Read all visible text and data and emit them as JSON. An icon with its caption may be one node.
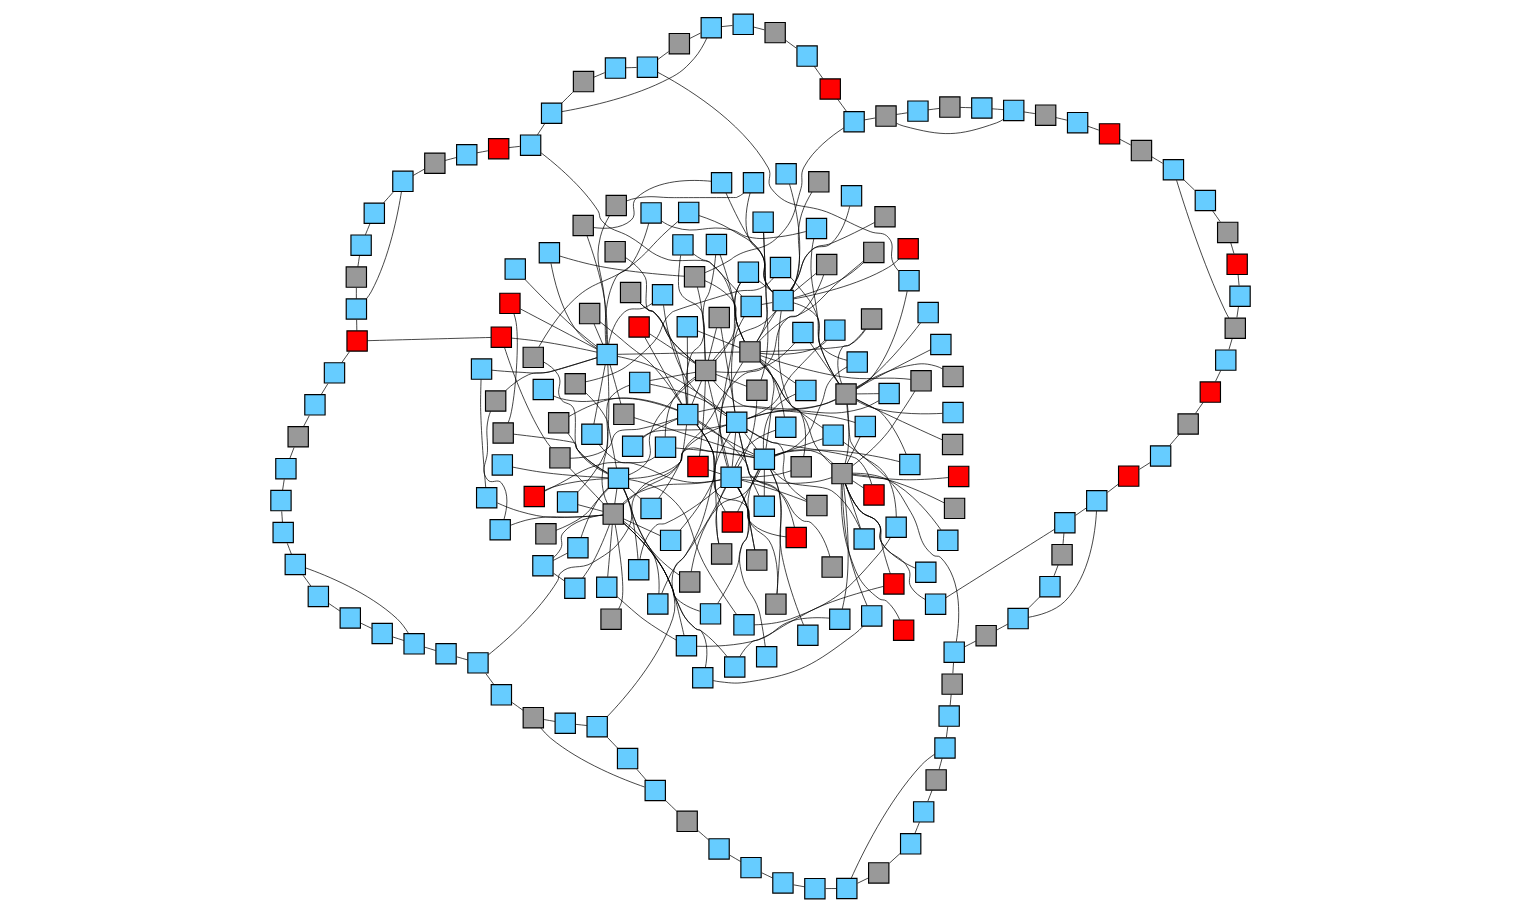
{
  "diagram": {
    "nodes": [
      {
        "text": [],
        "shape": "box"
      },
      {
        "text": [],
        "shape": "box"
      },
      {
        "text": [],
        "shape": "box"
      },
      {
        "text": [],
        "shape": "box"
      },
      {
        "text": [],
        "shape": "box"
      },
      {
        "text": [],
        "shape": "box"
      },
      {
        "text": [],
        "shape": "box"
      },
      {
        "text": [],
        "shape": "box"
      },
      {
        "text": [],
        "shape": "box"
      },
      {
        "text": [],
        "shape": "box"
      },
      {
        "text": [],
        "shape": "box"
      },
      {
        "text": [],
        "shape": "box"
      },
      {
        "text": [],
        "shape": "box"
      },
      {
        "text": [],
        "shape": "box"
      },
      {
        "text": [],
        "shape": "box"
      },
      {
        "text": [],
        "shape": "box"
      },
      {
        "text": [],
        "shape": "box"
      },
      {
        "text": [],
        "shape": "box"
      },
      {
        "text": [],
        "shape": "box"
      },
      {
        "text": [],
        "shape": "box"
      },
      {
        "text": [],
        "shape": "box"
      },
      {
        "text": [],
        "shape": "box"
      },
      {
        "text": [],
        "shape": "box"
      },
      {
        "text": [],
        "shape": "box"
      },
      {
        "text": [],
        "shape": "box"
      },
      {
        "text": [],
        "shape": "box"
      },
      {
        "text": [],
        "shape": "box"
      },
      {
        "text": [],
        "shape": "box"
      },
      {
        "text": [],
        "shape": "box"
      },
      {
        "text": [],
        "shape": "box"
      },
      {
        "text": [],
        "shape": "box"
      },
      {
        "text": [],
        "shape": "box"
      },
      {
        "text": [],
        "shape": "box"
      },
      {
        "text": [],
        "shape": "box"
      },
      {
        "text": [],
        "shape": "box"
      },
      {
        "text": [],
        "shape": "box"
      },
      {
        "text": [],
        "shape": "box"
      },
      {
        "text": [],
        "shape": "box"
      },
      {
        "text": [],
        "shape": "box"
      },
      {
        "text": [],
        "shape": "box"
      },
      {
        "text": [],
        "shape": "box"
      },
      {
        "text": [],
        "shape": "box"
      },
      {
        "text": [],
        "shape": "box"
      },
      {
        "text": [],
        "shape": "box"
      },
      {
        "text": [],
        "shape": "box"
      },
      {
        "text": [],
        "shape": "box"
      },
      {
        "text": [],
        "shape": "box"
      },
      {
        "text": [],
        "shape": "box"
      },
      {
        "text": [],
        "shape": "box"
      },
      {
        "text": [],
        "shape": "box"
      },
      {
        "text": [],
        "shape": "box"
      },
      {
        "text": [],
        "shape": "box"
      },
      {
        "text": [],
        "shape": "box"
      },
      {
        "text": [],
        "shape": "box"
      },
      {
        "text": [],
        "shape": "box"
      },
      {
        "text": [],
        "shape": "box"
      },
      {
        "text": [],
        "shape": "box"
      },
      {
        "text": [],
        "shape": "box"
      },
      {
        "text": [],
        "shape": "box"
      },
      {
        "text": [],
        "shape": "box"
      },
      {
        "text": [],
        "shape": "box"
      },
      {
        "text": [],
        "shape": "box"
      },
      {
        "text": [],
        "shape": "box"
      },
      {
        "text": [],
        "shape": "box"
      },
      {
        "text": [],
        "shape": "box"
      },
      {
        "text": [],
        "shape": "box"
      },
      {
        "text": [],
        "shape": "box"
      },
      {
        "text": [],
        "shape": "box"
      },
      {
        "text": [],
        "shape": "box"
      },
      {
        "text": [],
        "shape": "box"
      },
      {
        "text": [],
        "shape": "box"
      },
      {
        "text": [],
        "shape": "box"
      },
      {
        "text": [],
        "shape": "box"
      },
      {
        "text": [],
        "shape": "box"
      },
      {
        "text": [],
        "shape": "box"
      },
      {
        "text": [],
        "shape": "box"
      },
      {
        "text": [],
        "shape": "box"
      },
      {
        "text": [],
        "shape": "box"
      },
      {
        "text": [],
        "shape": "box"
      },
      {
        "text": [],
        "shape": "box"
      },
      {
        "text": [],
        "shape": "box"
      },
      {
        "text": [],
        "shape": "box"
      },
      {
        "text": [],
        "shape": "box"
      },
      {
        "text": [],
        "shape": "box"
      },
      {
        "text": [],
        "shape": "box"
      },
      {
        "text": [],
        "shape": "box"
      },
      {
        "text": [],
        "shape": "box"
      },
      {
        "text": [],
        "shape": "box"
      },
      {
        "text": [],
        "shape": "box"
      },
      {
        "text": [],
        "shape": "box"
      },
      {
        "text": [],
        "shape": "box"
      },
      {
        "text": [],
        "shape": "box"
      },
      {
        "text": [],
        "shape": "box"
      },
      {
        "text": [],
        "shape": "box"
      },
      {
        "text": [],
        "shape": "box"
      },
      {
        "text": [],
        "shape": "box"
      },
      {
        "text": [],
        "shape": "box"
      },
      {
        "text": [],
        "shape": "box"
      },
      {
        "text": [],
        "shape": "box"
      },
      {
        "text": [],
        "shape": "box"
      },
      {
        "text": [],
        "shape": "box"
      },
      {
        "text": [],
        "shape": "box"
      },
      {
        "text": [],
        "shape": "box"
      },
      {
        "text": [],
        "shape": "box"
      },
      {
        "text": [],
        "shape": "box"
      },
      {
        "text": [],
        "shape": "box"
      },
      {
        "text": [],
        "shape": "box"
      },
      {
        "text": [],
        "shape": "box"
      },
      {
        "text": [],
        "shape": "box"
      },
      {
        "text": [],
        "shape": "box"
      },
      {
        "text": [],
        "shape": "box"
      },
      {
        "text": [],
        "shape": "box"
      },
      {
        "text": [],
        "shape": "box"
      },
      {
        "text": [],
        "shape": "box"
      },
      {
        "text": [],
        "shape": "box"
      },
      {
        "text": [],
        "shape": "box"
      },
      {
        "text": [],
        "shape": "box"
      },
      {
        "text": [],
        "shape": "box"
      },
      {
        "text": [],
        "shape": "box"
      },
      {
        "text": [],
        "shape": "box"
      },
      {
        "text": [],
        "shape": "box"
      },
      {
        "text": [],
        "shape": "box"
      },
      {
        "text": [],
        "shape": "box"
      },
      {
        "text": [],
        "shape": "box"
      },
      {
        "text": [],
        "shape": "box"
      },
      {
        "text": [],
        "shape": "box"
      },
      {
        "text": [],
        "shape": "box"
      },
      {
        "text": [],
        "shape": "box"
      },
      {
        "text": [],
        "shape": "box"
      },
      {
        "text": [],
        "shape": "box"
      },
      {
        "text": [],
        "shape": "box"
      },
      {
        "text": [],
        "shape": "box"
      },
      {
        "text": [],
        "shape": "box"
      },
      {
        "text": [],
        "shape": "box"
      },
      {
        "text": [],
        "shape": "box"
      },
      {
        "text": [],
        "shape": "box"
      },
      {
        "text": [],
        "shape": "box"
      },
      {
        "text": [],
        "shape": "box"
      },
      {
        "text": [],
        "shape": "box"
      },
      {
        "text": [],
        "shape": "box"
      },
      {
        "text": [],
        "shape": "box"
      },
      {
        "text": [],
        "shape": "box"
      },
      {
        "text": [],
        "shape": "box"
      },
      {
        "text": [],
        "shape": "box"
      },
      {
        "text": [],
        "shape": "box"
      },
      {
        "text": [],
        "shape": "box"
      },
      {
        "text": [],
        "shape": "box"
      },
      {
        "text": [],
        "shape": "box"
      },
      {
        "text": [],
        "shape": "box"
      },
      {
        "text": [],
        "shape": "box"
      },
      {
        "text": [],
        "shape": "box"
      },
      {
        "text": [],
        "shape": "box"
      },
      {
        "text": [],
        "shape": "box"
      },
      {
        "text": [],
        "shape": "box"
      },
      {
        "text": [],
        "shape": "box"
      },
      {
        "text": [],
        "shape": "box"
      },
      {
        "text": [],
        "shape": "box"
      },
      {
        "text": [],
        "shape": "box"
      },
      {
        "text": [],
        "shape": "box"
      },
      {
        "text": [],
        "shape": "box"
      },
      {
        "text": [],
        "shape": "box"
      },
      {
        "text": [],
        "shape": "box"
      },
      {
        "text": [],
        "shape": "box"
      },
      {
        "text": [],
        "shape": "box"
      },
      {
        "text": [],
        "shape": "box"
      },
      {
        "text": [],
        "shape": "box"
      },
      {
        "text": [],
        "shape": "box"
      },
      {
        "text": [],
        "shape": "box"
      },
      {
        "text": [],
        "shape": "box"
      },
      {
        "text": [],
        "shape": "box"
      },
      {
        "text": [],
        "shape": "box"
      },
      {
        "text": [],
        "shape": "box"
      },
      {
        "text": [],
        "shape": "box"
      },
      {
        "text": [],
        "shape": "box"
      },
      {
        "text": [],
        "shape": "box"
      },
      {
        "text": [],
        "shape": "box"
      },
      {
        "text": [],
        "shape": "box"
      },
      {
        "text": [],
        "shape": "box"
      },
      {
        "text": [],
        "shape": "box"
      },
      {
        "text": [],
        "shape": "box"
      },
      {
        "text": [],
        "shape": "box"
      },
      {
        "text": [],
        "shape": "box"
      },
      {
        "text": [],
        "shape": "box"
      },
      {
        "text": [],
        "shape": "box"
      },
      {
        "text": [],
        "shape": "box"
      },
      {
        "text": [],
        "shape": "box"
      },
      {
        "text": [],
        "shape": "box"
      },
      {
        "text": [],
        "shape": "box"
      },
      {
        "text": [],
        "shape": "box"
      },
      {
        "text": [],
        "shape": "box"
      },
      {
        "text": [],
        "shape": "box"
      },
      {
        "text": [],
        "shape": "box"
      },
      {
        "text": [],
        "shape": "box"
      },
      {
        "text": [],
        "shape": "box"
      },
      {
        "text": [],
        "shape": "box"
      },
      {
        "text": [],
        "shape": "box"
      },
      {
        "text": [],
        "shape": "box"
      },
      {
        "text": [],
        "shape": "box"
      },
      {
        "text": [],
        "shape": "box"
      },
      {
        "text": [],
        "shape": "box"
      }
    ],
    "edges": [
      {
        "from": 0,
        "to": 1,
        "arrow": "none"
      },
      {
        "from": 1,
        "to": 2,
        "arrow": "none"
      },
      {
        "from": 2,
        "to": 3,
        "arrow": "none"
      },
      {
        "from": 3,
        "to": 4,
        "arrow": "none"
      },
      {
        "from": 4,
        "to": 5,
        "arrow": "none"
      },
      {
        "from": 5,
        "to": 6,
        "arrow": "none"
      },
      {
        "from": 6,
        "to": 7,
        "arrow": "none"
      },
      {
        "from": 7,
        "to": 8,
        "arrow": "none"
      },
      {
        "from": 8,
        "to": 9,
        "arrow": "none"
      },
      {
        "from": 9,
        "to": 10,
        "arrow": "none"
      },
      {
        "from": 10,
        "to": 11,
        "arrow": "none"
      },
      {
        "from": 11,
        "to": 12,
        "arrow": "none"
      },
      {
        "from": 12,
        "to": 13,
        "arrow": "none"
      },
      {
        "from": 13,
        "to": 14,
        "arrow": "none"
      },
      {
        "from": 14,
        "to": 15,
        "arrow": "none"
      },
      {
        "from": 15,
        "to": 16,
        "arrow": "none"
      },
      {
        "from": 16,
        "to": 17,
        "arrow": "none"
      },
      {
        "from": 17,
        "to": 18,
        "arrow": "none"
      },
      {
        "from": 18,
        "to": 19,
        "arrow": "none"
      },
      {
        "from": 19,
        "to": 20,
        "arrow": "none"
      },
      {
        "from": 20,
        "to": 21,
        "arrow": "none"
      },
      {
        "from": 21,
        "to": 22,
        "arrow": "none"
      },
      {
        "from": 22,
        "to": 23,
        "arrow": "none"
      },
      {
        "from": 23,
        "to": 24,
        "arrow": "none"
      },
      {
        "from": 24,
        "to": 25,
        "arrow": "none"
      },
      {
        "from": 25,
        "to": 26,
        "arrow": "none"
      },
      {
        "from": 26,
        "to": 27,
        "arrow": "none"
      },
      {
        "from": 27,
        "to": 28,
        "arrow": "none"
      },
      {
        "from": 28,
        "to": 29,
        "arrow": "none"
      },
      {
        "from": 29,
        "to": 30,
        "arrow": "none"
      },
      {
        "from": 30,
        "to": 31,
        "arrow": "none"
      },
      {
        "from": 31,
        "to": 32,
        "arrow": "none"
      },
      {
        "from": 32,
        "to": 33,
        "arrow": "none"
      },
      {
        "from": 33,
        "to": 34,
        "arrow": "none"
      },
      {
        "from": 34,
        "to": 35,
        "arrow": "none"
      },
      {
        "from": 35,
        "to": 36,
        "arrow": "none"
      },
      {
        "from": 36,
        "to": 37,
        "arrow": "none"
      },
      {
        "from": 37,
        "to": 38,
        "arrow": "none"
      },
      {
        "from": 38,
        "to": 39,
        "arrow": "none"
      },
      {
        "from": 39,
        "to": 40,
        "arrow": "none"
      },
      {
        "from": 40,
        "to": 41,
        "arrow": "none"
      },
      {
        "from": 41,
        "to": 42,
        "arrow": "none"
      },
      {
        "from": 42,
        "to": 43,
        "arrow": "none"
      },
      {
        "from": 43,
        "to": 44,
        "arrow": "none"
      },
      {
        "from": 44,
        "to": 45,
        "arrow": "none"
      },
      {
        "from": 45,
        "to": 46,
        "arrow": "none"
      },
      {
        "from": 46,
        "to": 47,
        "arrow": "none"
      },
      {
        "from": 47,
        "to": 48,
        "arrow": "none"
      },
      {
        "from": 48,
        "to": 49,
        "arrow": "none"
      },
      {
        "from": 49,
        "to": 50,
        "arrow": "none"
      },
      {
        "from": 50,
        "to": 51,
        "arrow": "none"
      },
      {
        "from": 51,
        "to": 52,
        "arrow": "none"
      },
      {
        "from": 52,
        "to": 53,
        "arrow": "none"
      },
      {
        "from": 53,
        "to": 54,
        "arrow": "none"
      },
      {
        "from": 54,
        "to": 55,
        "arrow": "none"
      },
      {
        "from": 55,
        "to": 56,
        "arrow": "none"
      },
      {
        "from": 56,
        "to": 57,
        "arrow": "none"
      },
      {
        "from": 57,
        "to": 58,
        "arrow": "none"
      },
      {
        "from": 58,
        "to": 59,
        "arrow": "none"
      },
      {
        "from": 59,
        "to": 60,
        "arrow": "none"
      },
      {
        "from": 60,
        "to": 61,
        "arrow": "none"
      },
      {
        "from": 61,
        "to": 62,
        "arrow": "none"
      },
      {
        "from": 62,
        "to": 63,
        "arrow": "none"
      },
      {
        "from": 63,
        "to": 64,
        "arrow": "none"
      },
      {
        "from": 64,
        "to": 65,
        "arrow": "none"
      },
      {
        "from": 65,
        "to": 66,
        "arrow": "none"
      },
      {
        "from": 66,
        "to": 67,
        "arrow": "none"
      },
      {
        "from": 67,
        "to": 68,
        "arrow": "none"
      },
      {
        "from": 68,
        "to": 69,
        "arrow": "none"
      },
      {
        "from": 69,
        "to": 70,
        "arrow": "none"
      },
      {
        "from": 70,
        "to": 71,
        "arrow": "none"
      },
      {
        "from": 71,
        "to": 72,
        "arrow": "none"
      },
      {
        "from": 72,
        "to": 73,
        "arrow": "none"
      },
      {
        "from": 73,
        "to": 74,
        "arrow": "none"
      },
      {
        "from": 74,
        "to": 75,
        "arrow": "none"
      },
      {
        "from": 75,
        "to": 76,
        "arrow": "none"
      },
      {
        "from": 76,
        "to": 77,
        "arrow": "none"
      },
      {
        "from": 77,
        "to": 78,
        "arrow": "none"
      },
      {
        "from": 78,
        "to": 79,
        "arrow": "none"
      },
      {
        "from": 79,
        "to": 0,
        "arrow": "none"
      },
      {
        "from": 2,
        "to": 6,
        "arrow": "none"
      },
      {
        "from": 10,
        "to": 14,
        "arrow": "none"
      },
      {
        "from": 20,
        "to": 25,
        "arrow": "none"
      },
      {
        "from": 30,
        "to": 34,
        "arrow": "none"
      },
      {
        "from": 40,
        "to": 45,
        "arrow": "none"
      },
      {
        "from": 50,
        "to": 54,
        "arrow": "none"
      },
      {
        "from": 60,
        "to": 65,
        "arrow": "none"
      },
      {
        "from": 70,
        "to": 74,
        "arrow": "none"
      },
      {
        "from": 8,
        "to": 93,
        "arrow": "none"
      },
      {
        "from": 12,
        "to": 106,
        "arrow": "none"
      },
      {
        "from": 28,
        "to": 96,
        "arrow": "none"
      },
      {
        "from": 33,
        "to": 97,
        "arrow": "none"
      },
      {
        "from": 55,
        "to": 100,
        "arrow": "none"
      },
      {
        "from": 62,
        "to": 101,
        "arrow": "none"
      },
      {
        "from": 66,
        "to": 102,
        "arrow": "none"
      },
      {
        "from": 75,
        "to": 103,
        "arrow": "none"
      },
      {
        "from": 80,
        "to": 81,
        "arrow": "none"
      },
      {
        "from": 81,
        "to": 82,
        "arrow": "none"
      },
      {
        "from": 82,
        "to": 83,
        "arrow": "none"
      },
      {
        "from": 83,
        "to": 84,
        "arrow": "none"
      },
      {
        "from": 84,
        "to": 85,
        "arrow": "none"
      },
      {
        "from": 85,
        "to": 86,
        "arrow": "none"
      },
      {
        "from": 86,
        "to": 87,
        "arrow": "none"
      },
      {
        "from": 87,
        "to": 88,
        "arrow": "none"
      },
      {
        "from": 88,
        "to": 89,
        "arrow": "none"
      },
      {
        "from": 89,
        "to": 90,
        "arrow": "none"
      },
      {
        "from": 90,
        "to": 91,
        "arrow": "none"
      },
      {
        "from": 91,
        "to": 80,
        "arrow": "none"
      },
      {
        "from": 80,
        "to": 84,
        "arrow": "none"
      },
      {
        "from": 81,
        "to": 85,
        "arrow": "none"
      },
      {
        "from": 82,
        "to": 86,
        "arrow": "none"
      },
      {
        "from": 83,
        "to": 87,
        "arrow": "none"
      },
      {
        "from": 84,
        "to": 88,
        "arrow": "none"
      },
      {
        "from": 85,
        "to": 89,
        "arrow": "none"
      },
      {
        "from": 86,
        "to": 90,
        "arrow": "none"
      },
      {
        "from": 87,
        "to": 91,
        "arrow": "none"
      },
      {
        "from": 80,
        "to": 86,
        "arrow": "none"
      },
      {
        "from": 82,
        "to": 88,
        "arrow": "none"
      },
      {
        "from": 84,
        "to": 90,
        "arrow": "none"
      },
      {
        "from": 80,
        "to": 92,
        "arrow": "none"
      },
      {
        "from": 81,
        "to": 93,
        "arrow": "none"
      },
      {
        "from": 82,
        "to": 94,
        "arrow": "none"
      },
      {
        "from": 83,
        "to": 95,
        "arrow": "none"
      },
      {
        "from": 84,
        "to": 96,
        "arrow": "none"
      },
      {
        "from": 85,
        "to": 97,
        "arrow": "none"
      },
      {
        "from": 86,
        "to": 98,
        "arrow": "none"
      },
      {
        "from": 87,
        "to": 99,
        "arrow": "none"
      },
      {
        "from": 88,
        "to": 100,
        "arrow": "none"
      },
      {
        "from": 89,
        "to": 101,
        "arrow": "none"
      },
      {
        "from": 90,
        "to": 102,
        "arrow": "none"
      },
      {
        "from": 91,
        "to": 103,
        "arrow": "none"
      },
      {
        "from": 80,
        "to": 104,
        "arrow": "none"
      },
      {
        "from": 81,
        "to": 105,
        "arrow": "none"
      },
      {
        "from": 82,
        "to": 106,
        "arrow": "none"
      },
      {
        "from": 83,
        "to": 107,
        "arrow": "none"
      },
      {
        "from": 84,
        "to": 108,
        "arrow": "none"
      },
      {
        "from": 85,
        "to": 109,
        "arrow": "none"
      },
      {
        "from": 86,
        "to": 110,
        "arrow": "none"
      },
      {
        "from": 87,
        "to": 111,
        "arrow": "none"
      },
      {
        "from": 88,
        "to": 112,
        "arrow": "none"
      },
      {
        "from": 89,
        "to": 113,
        "arrow": "none"
      },
      {
        "from": 90,
        "to": 114,
        "arrow": "none"
      },
      {
        "from": 91,
        "to": 115,
        "arrow": "none"
      },
      {
        "from": 80,
        "to": 116,
        "arrow": "none"
      },
      {
        "from": 81,
        "to": 117,
        "arrow": "none"
      },
      {
        "from": 82,
        "to": 118,
        "arrow": "none"
      },
      {
        "from": 83,
        "to": 119,
        "arrow": "none"
      },
      {
        "from": 84,
        "to": 120,
        "arrow": "none"
      },
      {
        "from": 85,
        "to": 121,
        "arrow": "none"
      },
      {
        "from": 86,
        "to": 122,
        "arrow": "none"
      },
      {
        "from": 87,
        "to": 123,
        "arrow": "none"
      },
      {
        "from": 88,
        "to": 124,
        "arrow": "none"
      },
      {
        "from": 89,
        "to": 125,
        "arrow": "none"
      },
      {
        "from": 90,
        "to": 126,
        "arrow": "none"
      },
      {
        "from": 91,
        "to": 127,
        "arrow": "none"
      },
      {
        "from": 80,
        "to": 128,
        "arrow": "none"
      },
      {
        "from": 81,
        "to": 129,
        "arrow": "none"
      },
      {
        "from": 82,
        "to": 130,
        "arrow": "none"
      },
      {
        "from": 83,
        "to": 131,
        "arrow": "none"
      },
      {
        "from": 84,
        "to": 132,
        "arrow": "none"
      },
      {
        "from": 85,
        "to": 133,
        "arrow": "none"
      },
      {
        "from": 86,
        "to": 134,
        "arrow": "none"
      },
      {
        "from": 87,
        "to": 135,
        "arrow": "none"
      },
      {
        "from": 88,
        "to": 136,
        "arrow": "none"
      },
      {
        "from": 89,
        "to": 137,
        "arrow": "none"
      },
      {
        "from": 90,
        "to": 138,
        "arrow": "none"
      },
      {
        "from": 91,
        "to": 139,
        "arrow": "none"
      },
      {
        "from": 80,
        "to": 140,
        "arrow": "none"
      },
      {
        "from": 81,
        "to": 141,
        "arrow": "none"
      },
      {
        "from": 82,
        "to": 142,
        "arrow": "none"
      },
      {
        "from": 83,
        "to": 143,
        "arrow": "none"
      },
      {
        "from": 84,
        "to": 144,
        "arrow": "none"
      },
      {
        "from": 85,
        "to": 145,
        "arrow": "none"
      },
      {
        "from": 86,
        "to": 146,
        "arrow": "none"
      },
      {
        "from": 87,
        "to": 147,
        "arrow": "none"
      },
      {
        "from": 88,
        "to": 148,
        "arrow": "none"
      },
      {
        "from": 89,
        "to": 149,
        "arrow": "none"
      },
      {
        "from": 90,
        "to": 150,
        "arrow": "none"
      },
      {
        "from": 91,
        "to": 151,
        "arrow": "none"
      },
      {
        "from": 80,
        "to": 152,
        "arrow": "none"
      },
      {
        "from": 81,
        "to": 153,
        "arrow": "none"
      },
      {
        "from": 82,
        "to": 154,
        "arrow": "none"
      },
      {
        "from": 83,
        "to": 155,
        "arrow": "none"
      },
      {
        "from": 84,
        "to": 156,
        "arrow": "none"
      },
      {
        "from": 85,
        "to": 157,
        "arrow": "none"
      },
      {
        "from": 86,
        "to": 158,
        "arrow": "none"
      },
      {
        "from": 87,
        "to": 159,
        "arrow": "none"
      },
      {
        "from": 88,
        "to": 160,
        "arrow": "none"
      },
      {
        "from": 89,
        "to": 161,
        "arrow": "none"
      },
      {
        "from": 90,
        "to": 162,
        "arrow": "none"
      },
      {
        "from": 91,
        "to": 163,
        "arrow": "none"
      },
      {
        "from": 80,
        "to": 164,
        "arrow": "none"
      },
      {
        "from": 81,
        "to": 165,
        "arrow": "none"
      },
      {
        "from": 82,
        "to": 166,
        "arrow": "none"
      },
      {
        "from": 83,
        "to": 167,
        "arrow": "none"
      },
      {
        "from": 84,
        "to": 168,
        "arrow": "none"
      },
      {
        "from": 85,
        "to": 169,
        "arrow": "none"
      },
      {
        "from": 86,
        "to": 170,
        "arrow": "none"
      },
      {
        "from": 87,
        "to": 171,
        "arrow": "none"
      },
      {
        "from": 88,
        "to": 172,
        "arrow": "none"
      },
      {
        "from": 89,
        "to": 173,
        "arrow": "none"
      },
      {
        "from": 90,
        "to": 174,
        "arrow": "none"
      },
      {
        "from": 91,
        "to": 175,
        "arrow": "none"
      },
      {
        "from": 80,
        "to": 176,
        "arrow": "none"
      },
      {
        "from": 81,
        "to": 177,
        "arrow": "none"
      },
      {
        "from": 82,
        "to": 178,
        "arrow": "none"
      },
      {
        "from": 83,
        "to": 179,
        "arrow": "none"
      },
      {
        "from": 84,
        "to": 180,
        "arrow": "none"
      },
      {
        "from": 85,
        "to": 181,
        "arrow": "none"
      },
      {
        "from": 86,
        "to": 182,
        "arrow": "none"
      },
      {
        "from": 87,
        "to": 183,
        "arrow": "none"
      },
      {
        "from": 88,
        "to": 184,
        "arrow": "none"
      },
      {
        "from": 89,
        "to": 185,
        "arrow": "none"
      },
      {
        "from": 90,
        "to": 186,
        "arrow": "none"
      },
      {
        "from": 91,
        "to": 187,
        "arrow": "none"
      },
      {
        "from": 80,
        "to": 188,
        "arrow": "none"
      },
      {
        "from": 81,
        "to": 189,
        "arrow": "none"
      },
      {
        "from": 82,
        "to": 190,
        "arrow": "none"
      },
      {
        "from": 83,
        "to": 191,
        "arrow": "none"
      },
      {
        "from": 84,
        "to": 192,
        "arrow": "none"
      },
      {
        "from": 85,
        "to": 193,
        "arrow": "none"
      },
      {
        "from": 86,
        "to": 194,
        "arrow": "none"
      },
      {
        "from": 87,
        "to": 195,
        "arrow": "none"
      },
      {
        "from": 88,
        "to": 196,
        "arrow": "none"
      },
      {
        "from": 89,
        "to": 197,
        "arrow": "none"
      },
      {
        "from": 90,
        "to": 198,
        "arrow": "none"
      },
      {
        "from": 91,
        "to": 199,
        "arrow": "none"
      },
      {
        "from": 80,
        "to": 94,
        "arrow": "none"
      },
      {
        "from": 80,
        "to": 96,
        "arrow": "none"
      },
      {
        "from": 80,
        "to": 98,
        "arrow": "none"
      },
      {
        "from": 80,
        "to": 100,
        "arrow": "none"
      },
      {
        "from": 81,
        "to": 102,
        "arrow": "none"
      },
      {
        "from": 81,
        "to": 104,
        "arrow": "none"
      },
      {
        "from": 81,
        "to": 106,
        "arrow": "none"
      },
      {
        "from": 81,
        "to": 108,
        "arrow": "none"
      },
      {
        "from": 82,
        "to": 110,
        "arrow": "none"
      },
      {
        "from": 82,
        "to": 112,
        "arrow": "none"
      },
      {
        "from": 82,
        "to": 114,
        "arrow": "none"
      },
      {
        "from": 82,
        "to": 116,
        "arrow": "none"
      },
      {
        "from": 83,
        "to": 120,
        "arrow": "none"
      },
      {
        "from": 83,
        "to": 122,
        "arrow": "none"
      },
      {
        "from": 83,
        "to": 124,
        "arrow": "none"
      },
      {
        "from": 83,
        "to": 126,
        "arrow": "none"
      },
      {
        "from": 84,
        "to": 128,
        "arrow": "none"
      },
      {
        "from": 84,
        "to": 130,
        "arrow": "none"
      },
      {
        "from": 84,
        "to": 134,
        "arrow": "none"
      },
      {
        "from": 84,
        "to": 136,
        "arrow": "none"
      },
      {
        "from": 85,
        "to": 138,
        "arrow": "none"
      },
      {
        "from": 85,
        "to": 140,
        "arrow": "none"
      },
      {
        "from": 85,
        "to": 142,
        "arrow": "none"
      },
      {
        "from": 85,
        "to": 144,
        "arrow": "none"
      },
      {
        "from": 86,
        "to": 148,
        "arrow": "none"
      },
      {
        "from": 86,
        "to": 150,
        "arrow": "none"
      },
      {
        "from": 86,
        "to": 152,
        "arrow": "none"
      },
      {
        "from": 86,
        "to": 154,
        "arrow": "none"
      },
      {
        "from": 87,
        "to": 156,
        "arrow": "none"
      },
      {
        "from": 87,
        "to": 158,
        "arrow": "none"
      },
      {
        "from": 87,
        "to": 160,
        "arrow": "none"
      },
      {
        "from": 87,
        "to": 162,
        "arrow": "none"
      },
      {
        "from": 88,
        "to": 164,
        "arrow": "none"
      },
      {
        "from": 88,
        "to": 166,
        "arrow": "none"
      },
      {
        "from": 88,
        "to": 168,
        "arrow": "none"
      },
      {
        "from": 88,
        "to": 170,
        "arrow": "none"
      },
      {
        "from": 89,
        "to": 174,
        "arrow": "none"
      },
      {
        "from": 89,
        "to": 176,
        "arrow": "none"
      },
      {
        "from": 89,
        "to": 178,
        "arrow": "none"
      },
      {
        "from": 89,
        "to": 180,
        "arrow": "none"
      },
      {
        "from": 90,
        "to": 182,
        "arrow": "none"
      },
      {
        "from": 90,
        "to": 184,
        "arrow": "none"
      },
      {
        "from": 90,
        "to": 188,
        "arrow": "none"
      },
      {
        "from": 90,
        "to": 190,
        "arrow": "none"
      },
      {
        "from": 91,
        "to": 192,
        "arrow": "none"
      },
      {
        "from": 91,
        "to": 194,
        "arrow": "none"
      },
      {
        "from": 91,
        "to": 196,
        "arrow": "none"
      },
      {
        "from": 91,
        "to": 198,
        "arrow": "none"
      },
      {
        "from": 92,
        "to": 110,
        "arrow": "none"
      },
      {
        "from": 95,
        "to": 130,
        "arrow": "none"
      },
      {
        "from": 99,
        "to": 145,
        "arrow": "none"
      },
      {
        "from": 103,
        "to": 160,
        "arrow": "none"
      },
      {
        "from": 107,
        "to": 175,
        "arrow": "none"
      },
      {
        "from": 111,
        "to": 190,
        "arrow": "none"
      },
      {
        "from": 115,
        "to": 125,
        "arrow": "none"
      },
      {
        "from": 119,
        "to": 135,
        "arrow": "none"
      },
      {
        "from": 123,
        "to": 155,
        "arrow": "none"
      },
      {
        "from": 127,
        "to": 165,
        "arrow": "none"
      },
      {
        "from": 131,
        "to": 185,
        "arrow": "none"
      },
      {
        "from": 135,
        "to": 195,
        "arrow": "none"
      },
      {
        "from": 139,
        "to": 100,
        "arrow": "none"
      },
      {
        "from": 143,
        "to": 117,
        "arrow": "none"
      },
      {
        "from": 147,
        "to": 133,
        "arrow": "none"
      },
      {
        "from": 151,
        "to": 171,
        "arrow": "none"
      },
      {
        "from": 155,
        "to": 181,
        "arrow": "none"
      },
      {
        "from": 159,
        "to": 199,
        "arrow": "none"
      },
      {
        "from": 163,
        "to": 105,
        "arrow": "none"
      },
      {
        "from": 167,
        "to": 113,
        "arrow": "none"
      }
    ]
  }
}
